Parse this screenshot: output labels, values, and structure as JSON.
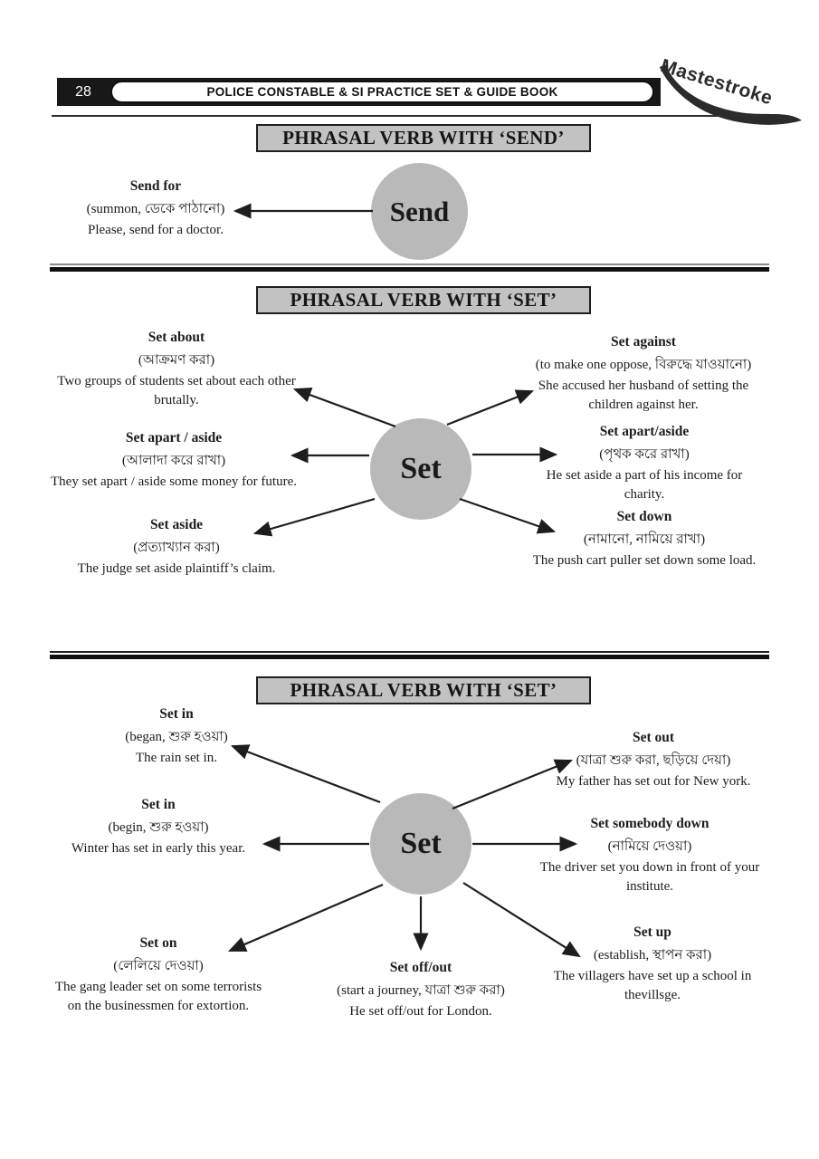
{
  "page": {
    "number": "28",
    "header_title": "POLICE CONSTABLE & SI PRACTICE SET & GUIDE BOOK",
    "brand": "Mastestroke"
  },
  "colors": {
    "box_fill": "#c2c2c2",
    "circle_fill": "#b9b9b9",
    "ink": "#1c1c1c"
  },
  "sections": [
    {
      "title": "PHRASAL VERB WITH ‘SEND’",
      "hub": "Send",
      "entries": [
        {
          "phrase": "Send for",
          "meaning": "(summon, ডেকে পাঠানো)",
          "example": "Please, send for a doctor."
        }
      ]
    },
    {
      "title": "PHRASAL VERB WITH ‘SET’",
      "hub": "Set",
      "entries": [
        {
          "phrase": "Set about",
          "meaning": "(আক্রমণ করা)",
          "example": "Two groups of students set about each other brutally."
        },
        {
          "phrase": "Set apart / aside",
          "meaning": "(আলাদা করে রাখা)",
          "example": "They set apart / aside some money for future."
        },
        {
          "phrase": "Set aside",
          "meaning": "(প্রত্যাখ্যান করা)",
          "example": "The judge set aside plaintiff’s claim."
        },
        {
          "phrase": "Set against",
          "meaning": "(to make one oppose, বিরুদ্ধে যাওয়ানো)",
          "example": "She accused her husband of setting the children against her."
        },
        {
          "phrase": "Set apart/aside",
          "meaning": "(পৃথক করে রাখা)",
          "example": "He set aside a part of his income for charity."
        },
        {
          "phrase": "Set down",
          "meaning": "(নামানো, নামিয়ে রাখা)",
          "example": "The push cart puller set down some load."
        }
      ]
    },
    {
      "title": "PHRASAL VERB WITH ‘SET’",
      "hub": "Set",
      "entries": [
        {
          "phrase": "Set in",
          "meaning": "(began, শুরু হওয়া)",
          "example": "The rain set in."
        },
        {
          "phrase": "Set in",
          "meaning": "(begin, শুরু হওয়া)",
          "example": "Winter has set in early this year."
        },
        {
          "phrase": "Set on",
          "meaning": "(লেলিয়ে দেওয়া)",
          "example": "The gang leader set on some terrorists on the businessmen for extortion."
        },
        {
          "phrase": "Set out",
          "meaning": "(যাত্রা শুরু করা, ছড়িয়ে দেয়া)",
          "example": "My father has set out for New york."
        },
        {
          "phrase": "Set somebody down",
          "meaning": "(নামিয়ে দেওয়া)",
          "example": "The driver set you down in front of your institute."
        },
        {
          "phrase": "Set up",
          "meaning": "(establish, স্থাপন করা)",
          "example": "The villagers have set up a school in thevillsge."
        },
        {
          "phrase": "Set off/out",
          "meaning": "(start a journey, যাত্রা শুরু করা)",
          "example": "He set off/out for London."
        }
      ]
    }
  ]
}
